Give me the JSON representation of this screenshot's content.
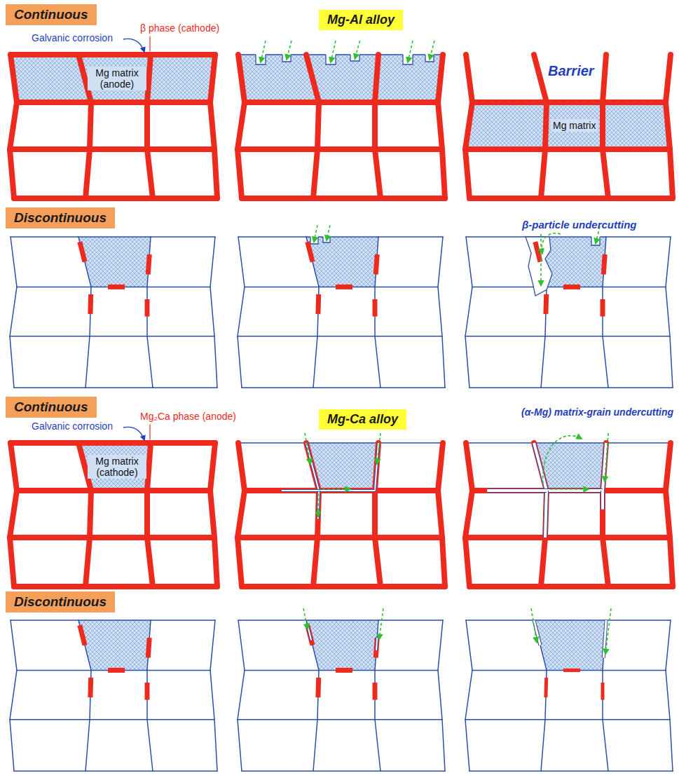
{
  "diagram": {
    "nodes": [
      {
        "text": [
          "Continuous"
        ]
      },
      {
        "text": [
          "Mg-Al alloy"
        ]
      },
      {
        "text": [
          "Discontinuous"
        ]
      },
      {
        "text": [
          "Continuous"
        ]
      },
      {
        "text": [
          "Mg-Ca alloy"
        ]
      },
      {
        "text": [
          "Discontinuous"
        ]
      }
    ],
    "labels": [
      "Galvanic corrosion",
      "β phase (cathode)",
      "Mg matrix (anode)",
      "Barrier",
      "Mg matrix",
      "β-particle undercutting",
      "Galvanic corrosion",
      "Mg₂Ca phase (anode)",
      "Mg matrix (cathode)",
      "(α-Mg) matrix-grain undercutting"
    ]
  }
}
